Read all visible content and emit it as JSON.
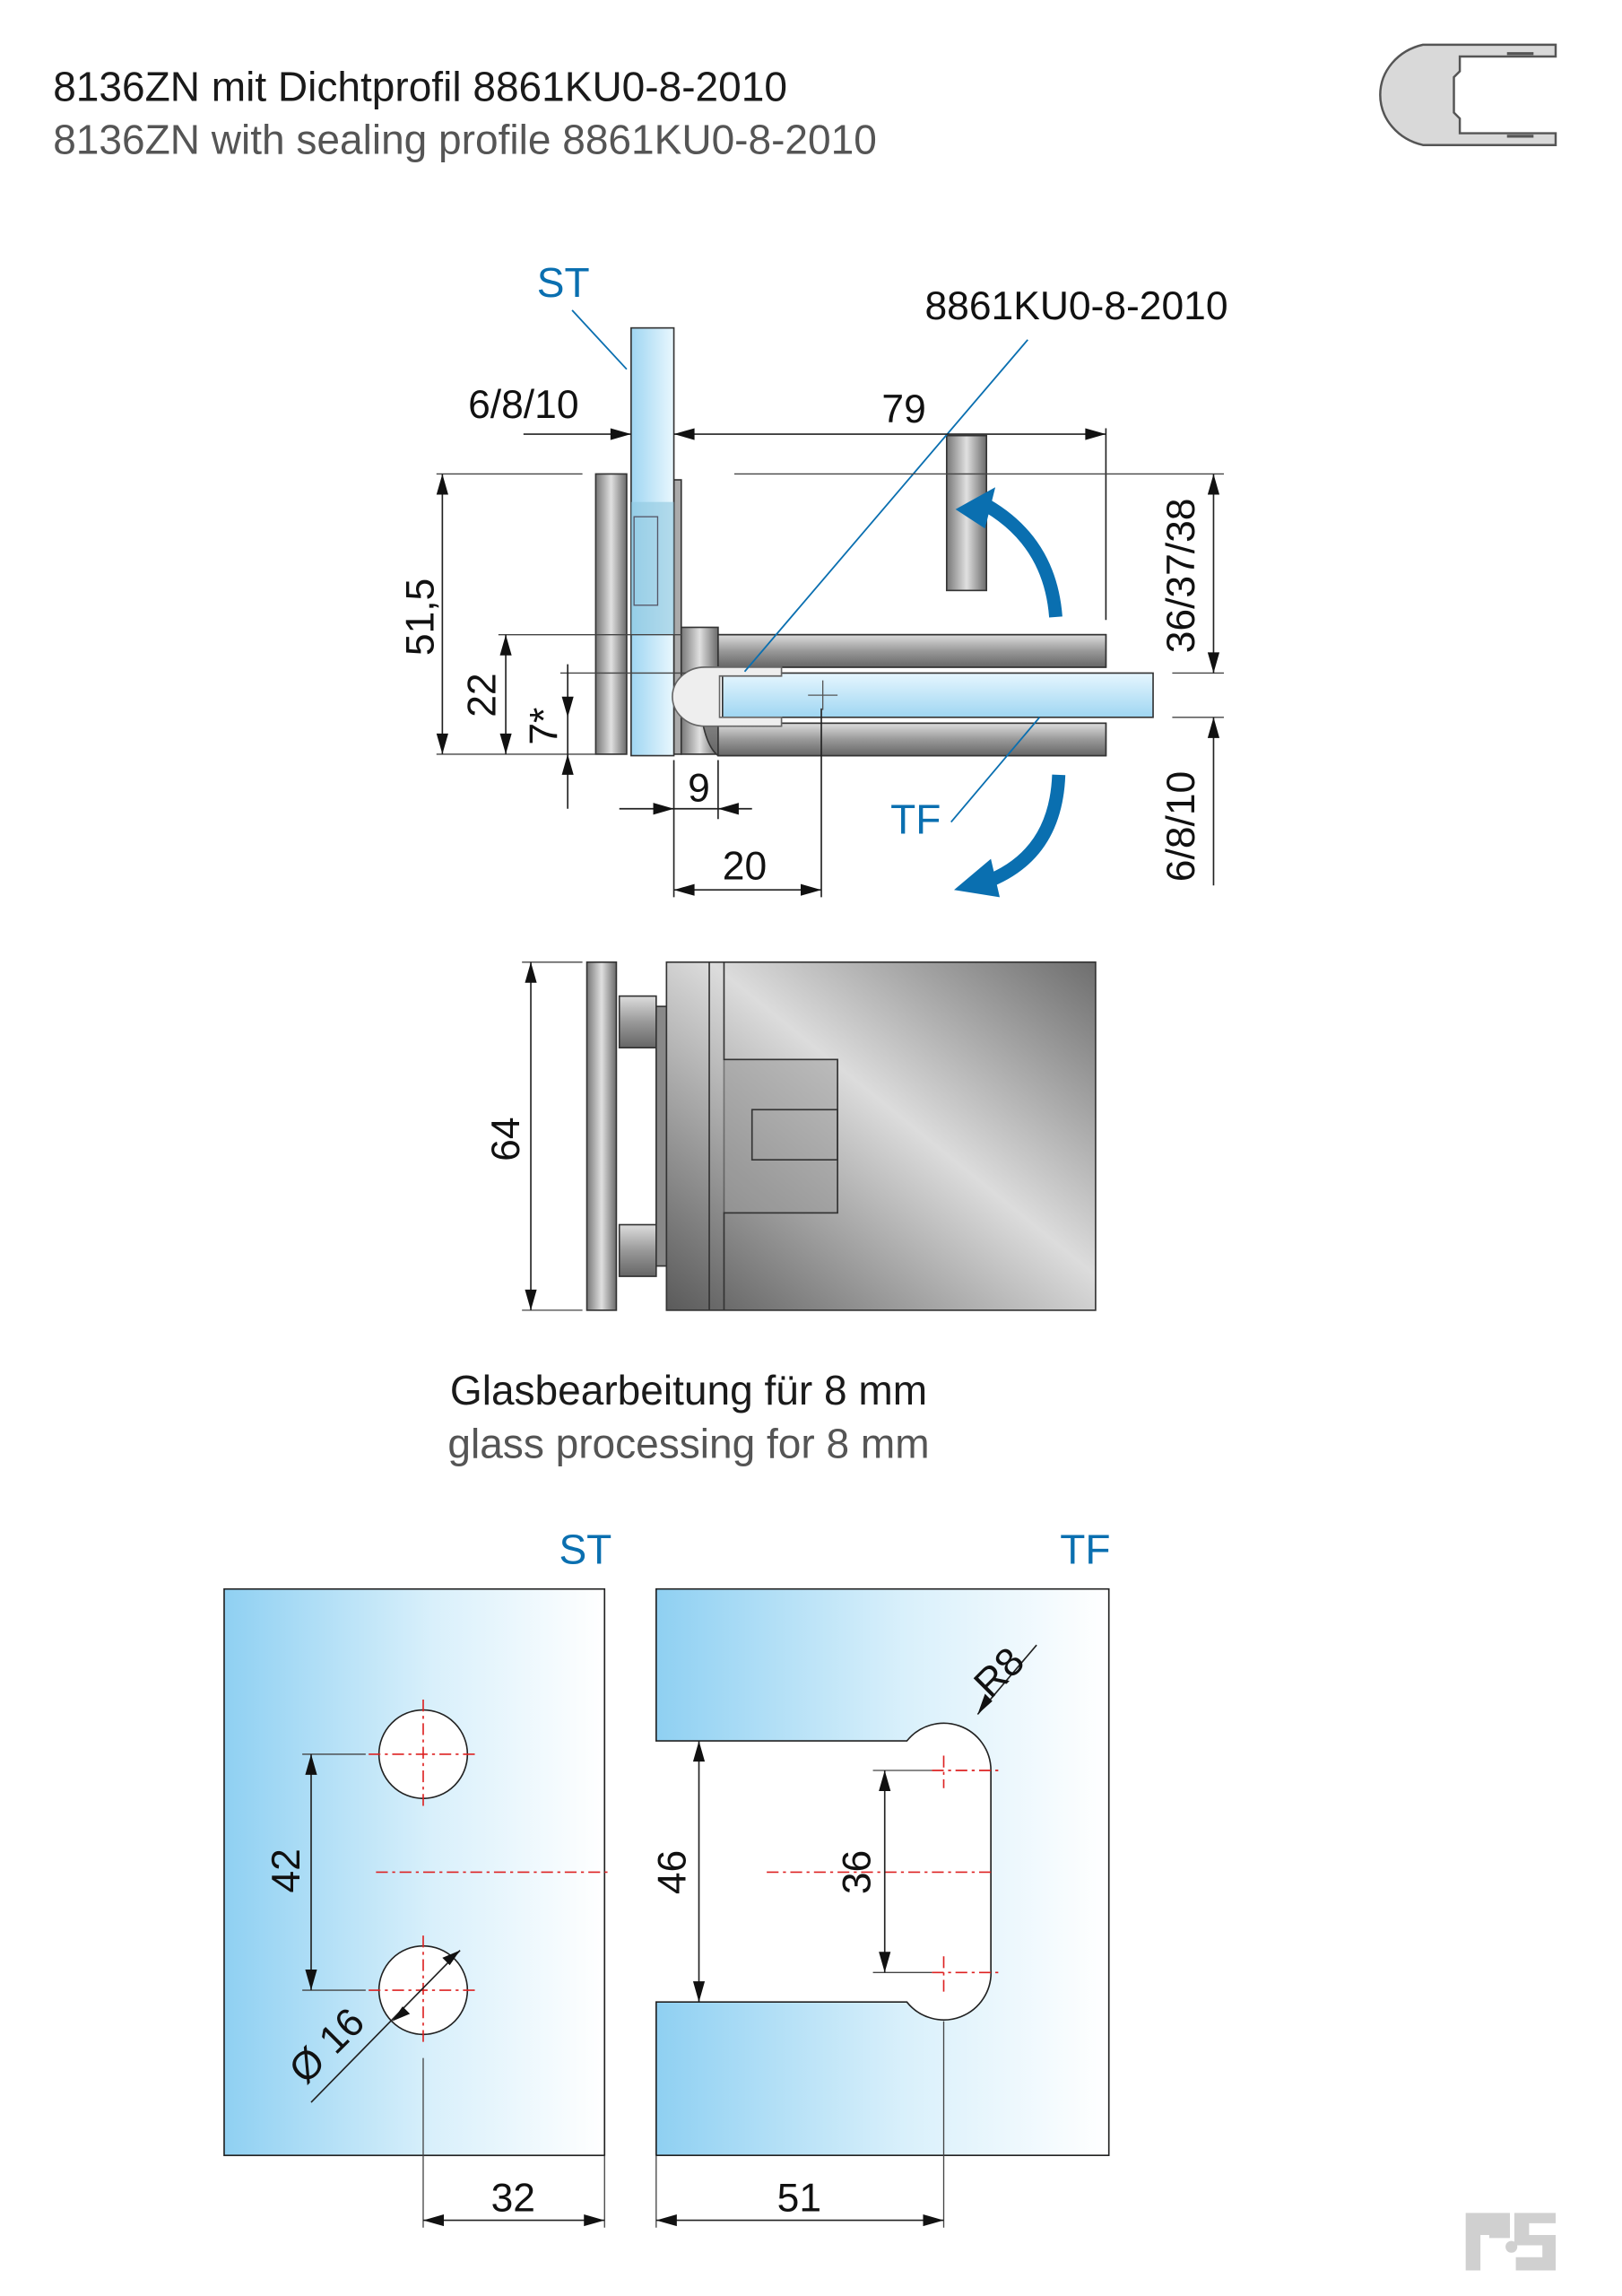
{
  "title": {
    "de": "8136ZN mit Dichtprofil 8861KU0-8-2010",
    "en": "8136ZN with sealing profile 8861KU0-8-2010"
  },
  "top_view": {
    "st_label": "ST",
    "tf_label": "TF",
    "profile_label": "8861KU0-8-2010",
    "dims": {
      "glass_thickness_left": "6/8/10",
      "width": "79",
      "height": "51,5",
      "d22": "22",
      "d7": "7*",
      "offset_right": "36/37/38",
      "glass_thickness_right": "6/8/10",
      "d9": "9",
      "d20": "20"
    }
  },
  "front_view": {
    "dims": {
      "height": "64"
    }
  },
  "processing": {
    "de": "Glasbearbeitung für 8 mm",
    "en": "glass processing for 8 mm",
    "st_label": "ST",
    "tf_label": "TF",
    "st_dims": {
      "spacing": "42",
      "diameter": "Ø 16",
      "edge": "32"
    },
    "tf_dims": {
      "notch": "46",
      "slot": "36",
      "radius": "R8",
      "depth": "51"
    }
  },
  "colors": {
    "accent": "#0a6fb0",
    "centerline": "#dd2222"
  }
}
